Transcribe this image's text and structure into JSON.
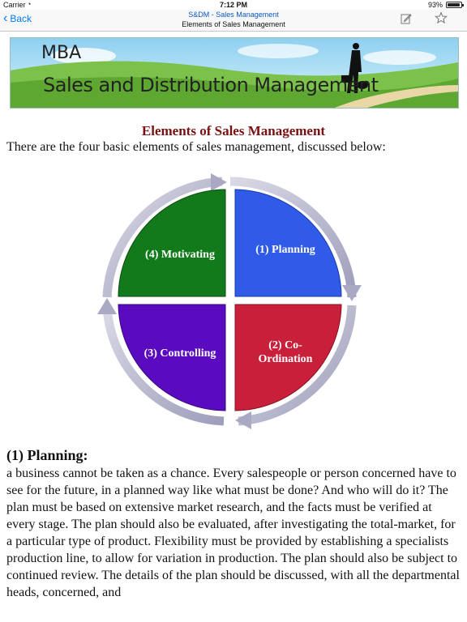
{
  "status": {
    "carrier": "Carrier",
    "time": "7:12 PM",
    "battery": "93%",
    "battery_level": 0.93
  },
  "nav": {
    "back_label": "Back",
    "title": "S&DM - Sales Management",
    "subtitle": "Elements of Sales Management",
    "edit_icon": "edit-icon",
    "star_icon": "star-icon"
  },
  "banner": {
    "line1": "MBA",
    "line2": "Sales and Distribution Management"
  },
  "article": {
    "heading": "Elements of Sales Management",
    "intro": "There are the four basic elements of sales management, discussed below:",
    "diagram": {
      "q1": "(1) Planning",
      "q2_line1": "(2) Co-",
      "q2_line2": "Ordination",
      "q3": "(3) Controlling",
      "q4": "(4) Motivating",
      "colors": {
        "planning": "#2f5be8",
        "coordination": "#c8203a",
        "controlling": "#5a0bbf",
        "motivating": "#127a1a"
      }
    },
    "section1_head": "(1) Planning:",
    "section1_body": "a business cannot be taken as a chance. Every salespeople or person concerned have to see for the future, in a planned way like what must be done? And who will do it? The plan must be based on extensive market research, and the facts must be verified at every stage. The plan should also be evaluated, after investigating the total-market, for a particular type of product. Flexibility must be provided by establishing a specialists production line, to allow for variation in production. The plan should also be subject to continued review. The details of the plan should be discussed, with all the departmental heads, concerned, and"
  }
}
